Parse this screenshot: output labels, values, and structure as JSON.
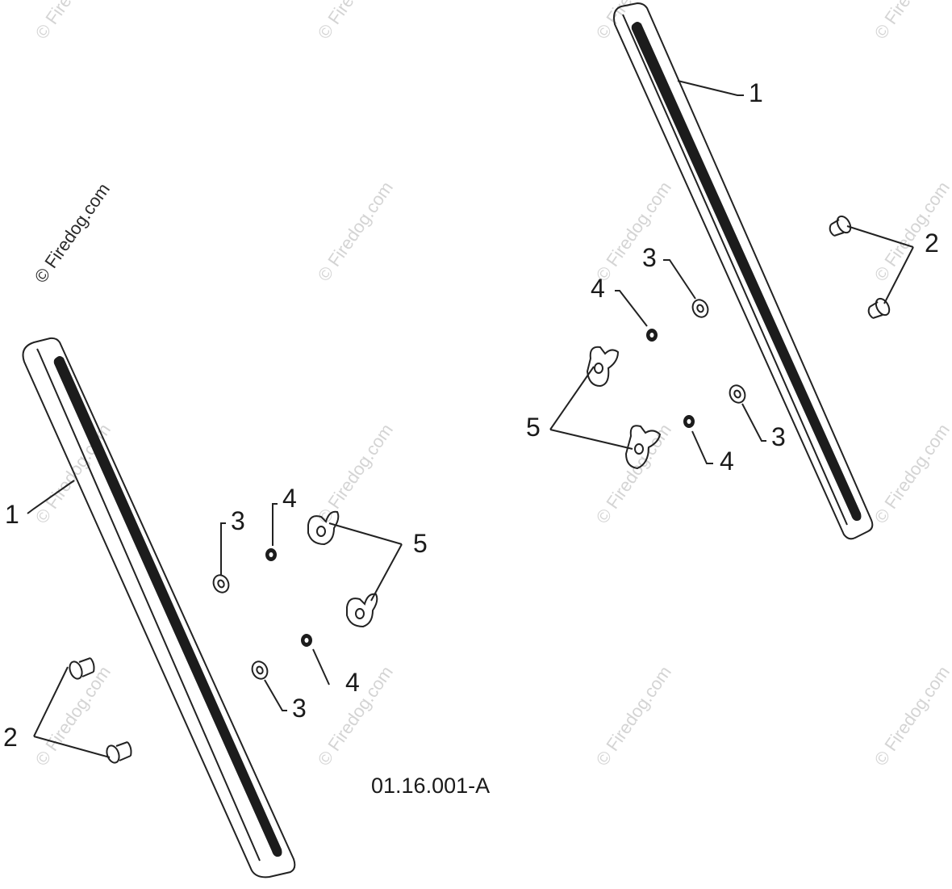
{
  "diagram": {
    "figure_id": "01.16.001-A",
    "watermark_prominent": "© Firedog.com",
    "watermark_faint": "© Firedog.com",
    "callouts": {
      "left": {
        "c1": "1",
        "c2": "2",
        "c3a": "3",
        "c3b": "3",
        "c4a": "4",
        "c4b": "4",
        "c5": "5"
      },
      "right": {
        "c1": "1",
        "c2": "2",
        "c3a": "3",
        "c3b": "3",
        "c4a": "4",
        "c4b": "4",
        "c5": "5"
      }
    }
  },
  "colors": {
    "line": "#222222",
    "watermark": "#d4d4d4",
    "background": "#ffffff"
  }
}
